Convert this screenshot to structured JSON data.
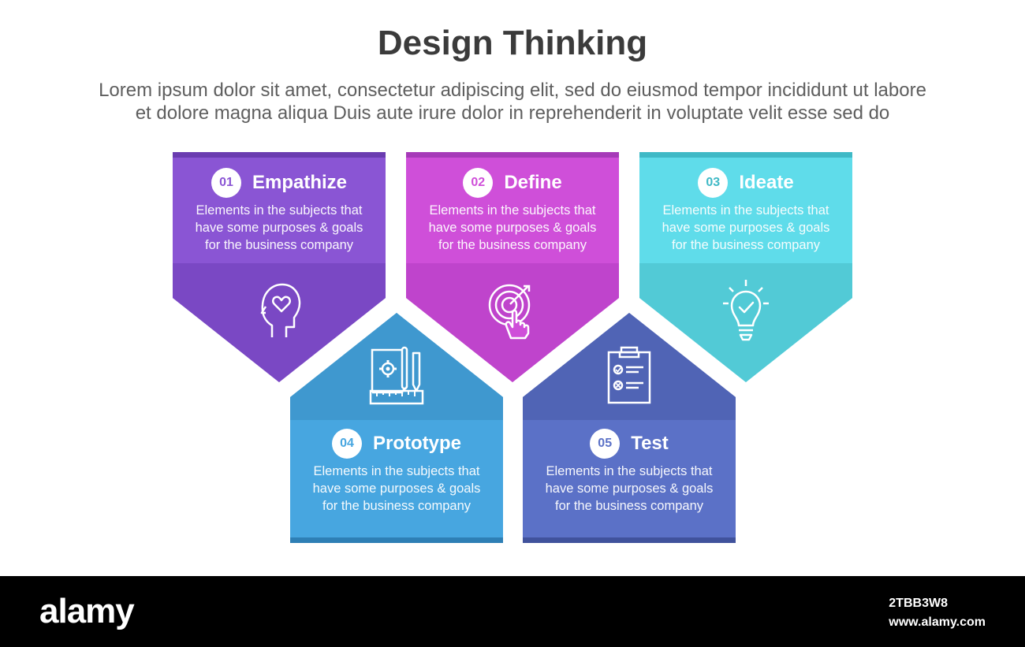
{
  "title": "Design Thinking",
  "subtitle_line1": "Lorem ipsum dolor sit amet, consectetur adipiscing elit, sed do eiusmod tempor incididunt ut labore",
  "subtitle_line2": "et dolore magna aliqua Duis aute irure dolor in reprehenderit in voluptate velit esse sed do",
  "steps": [
    {
      "number": "01",
      "label": "Empathize",
      "desc_line1": "Elements in the subjects that",
      "desc_line2": "have  some purposes & goals",
      "desc_line3": "for the  business company",
      "icon": "head-heart-icon",
      "color": "#8a55d4"
    },
    {
      "number": "02",
      "label": "Define",
      "desc_line1": "Elements in the subjects that",
      "desc_line2": "have  some purposes & goals",
      "desc_line3": "for the  business company",
      "icon": "target-click-icon",
      "color": "#cf4fd9"
    },
    {
      "number": "03",
      "label": "Ideate",
      "desc_line1": "Elements in the subjects that",
      "desc_line2": "have  some purposes & goals",
      "desc_line3": "for the  business company",
      "icon": "lightbulb-check-icon",
      "color": "#58d3e0"
    },
    {
      "number": "04",
      "label": "Prototype",
      "desc_line1": "Elements in the subjects that",
      "desc_line2": "have  some purposes & goals",
      "desc_line3": "for the  business company",
      "icon": "blueprint-tools-icon",
      "color": "#47a6e0"
    },
    {
      "number": "05",
      "label": "Test",
      "desc_line1": "Elements in the subjects that",
      "desc_line2": "have  some purposes & goals",
      "desc_line3": "for the  business company",
      "icon": "clipboard-checklist-icon",
      "color": "#5b71c7"
    }
  ],
  "footer": {
    "brand": "alamy",
    "image_id": "2TBB3W8",
    "site": "www.alamy.com"
  }
}
